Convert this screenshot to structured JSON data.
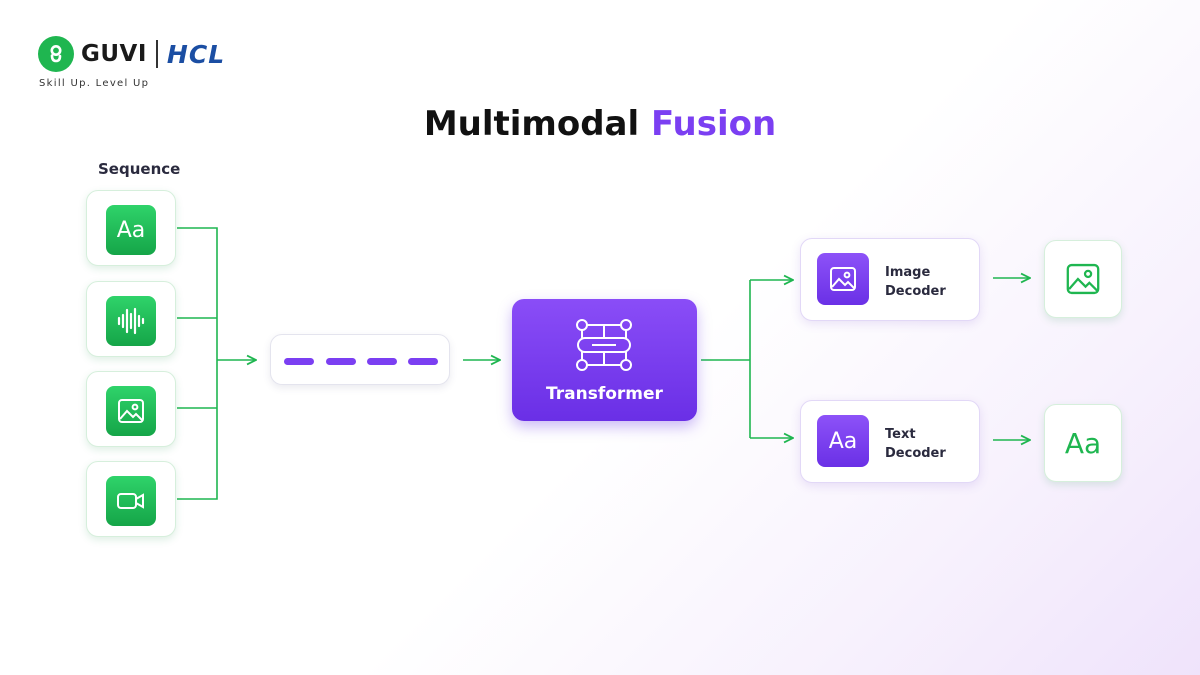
{
  "brand": {
    "guvi": "GUVI",
    "hcl": "HCL",
    "tagline": "Skill Up. Level Up"
  },
  "title": {
    "main": "Multimodal",
    "accent": "Fusion"
  },
  "sequence": {
    "label": "Sequence",
    "inputs": [
      {
        "icon": "text-icon",
        "glyph": "Aa"
      },
      {
        "icon": "audio-waveform-icon"
      },
      {
        "icon": "image-icon"
      },
      {
        "icon": "video-camera-icon"
      }
    ]
  },
  "transformer": {
    "label": "Transformer",
    "icon": "transformer-network-icon"
  },
  "decoders": {
    "image": {
      "line1": "Image",
      "line2": "Decoder",
      "icon": "image-icon"
    },
    "text": {
      "line1": "Text",
      "line2": "Decoder",
      "glyph": "Aa",
      "icon": "text-icon"
    }
  },
  "outputs": {
    "image": {
      "icon": "image-icon"
    },
    "text": {
      "glyph": "Aa",
      "icon": "text-icon"
    }
  },
  "colors": {
    "green": "#1fb650",
    "purple": "#7b3ff2",
    "hcl_blue": "#1b4ea3"
  }
}
